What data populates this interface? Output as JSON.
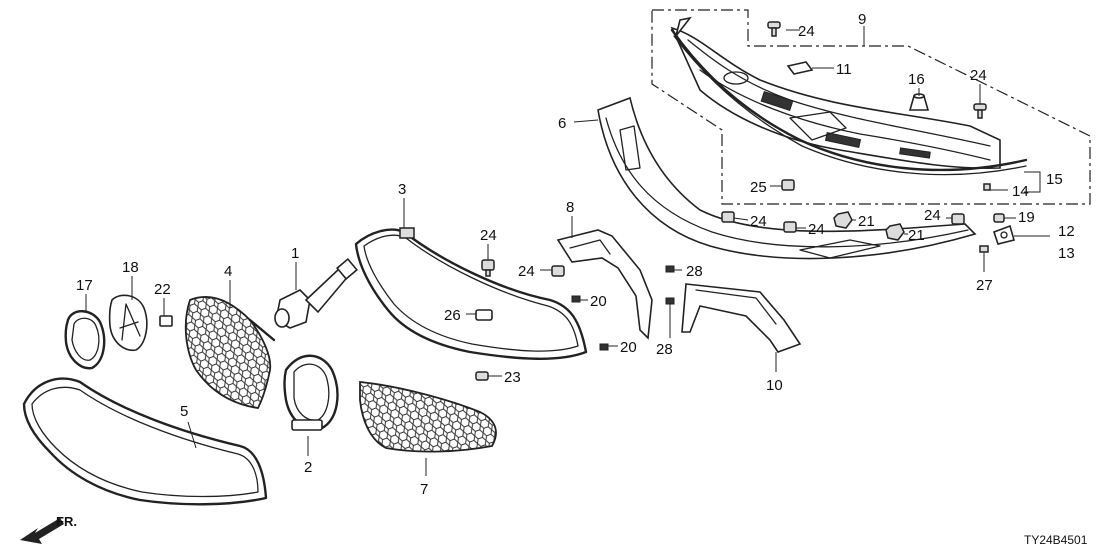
{
  "callouts": {
    "c1": "1",
    "c2": "2",
    "c3": "3",
    "c4": "4",
    "c5": "5",
    "c6": "6",
    "c7": "7",
    "c8": "8",
    "c9": "9",
    "c10": "10",
    "c11": "11",
    "c12": "12",
    "c13": "13",
    "c14": "14",
    "c15": "15",
    "c16": "16",
    "c17": "17",
    "c18": "18",
    "c19": "19",
    "c20a": "20",
    "c20b": "20",
    "c21a": "21",
    "c21b": "21",
    "c22": "22",
    "c23": "23",
    "c24a": "24",
    "c24b": "24",
    "c24c": "24",
    "c24d": "24",
    "c24e": "24",
    "c24f": "24",
    "c25": "25",
    "c26": "26",
    "c27": "27",
    "c28a": "28",
    "c28b": "28"
  },
  "front_label": "FR.",
  "diagram_code": "TY24B4501",
  "colors": {
    "line": "#222222",
    "background": "#ffffff",
    "fill_light": "#dcdcdc"
  }
}
